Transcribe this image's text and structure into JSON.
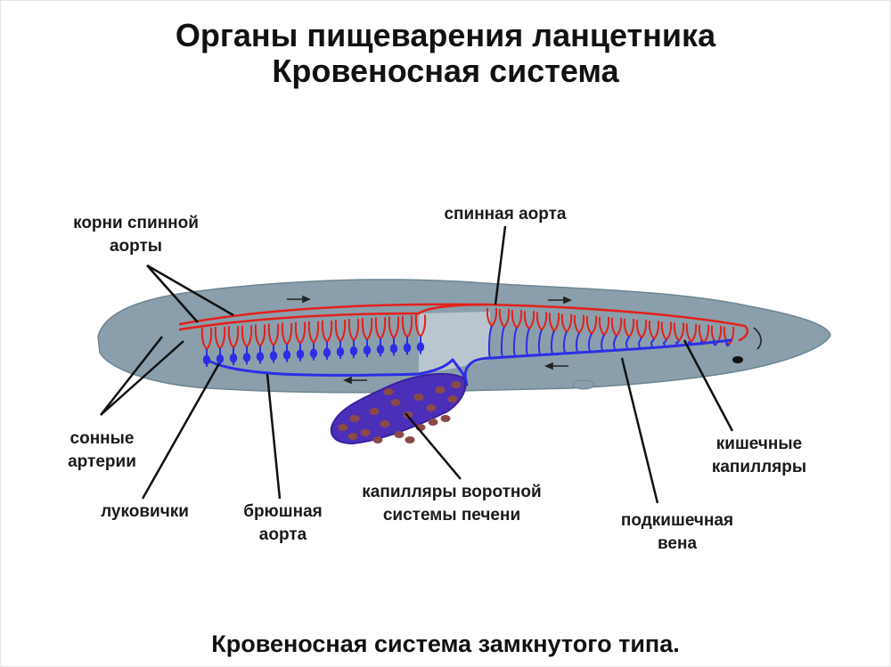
{
  "title": {
    "line1": "Органы пищеварения ланцетника",
    "line2": "Кровеносная система"
  },
  "labels": {
    "dorsal_aorta_roots": [
      "корни спинной",
      "аорты"
    ],
    "dorsal_aorta": "спинная аорта",
    "carotid_arteries": [
      "сонные",
      "артерии"
    ],
    "bulbs": "луковички",
    "ventral_aorta": [
      "брюшная",
      "аорта"
    ],
    "portal_capillaries": [
      "капилляры воротной",
      "системы печени"
    ],
    "subintestinal_vein": [
      "подкишечная",
      "вена"
    ],
    "intestinal_capillaries": [
      "кишечные",
      "капилляры"
    ]
  },
  "caption": "Кровеносная система замкнутого типа.",
  "colors": {
    "body": "#8a9fab",
    "arterial": "#e3201b",
    "venous": "#2c2ee6",
    "liver_fill": "#4b2fb8",
    "liver_cells": "#8a4a48",
    "leader_lines": "#111111"
  }
}
